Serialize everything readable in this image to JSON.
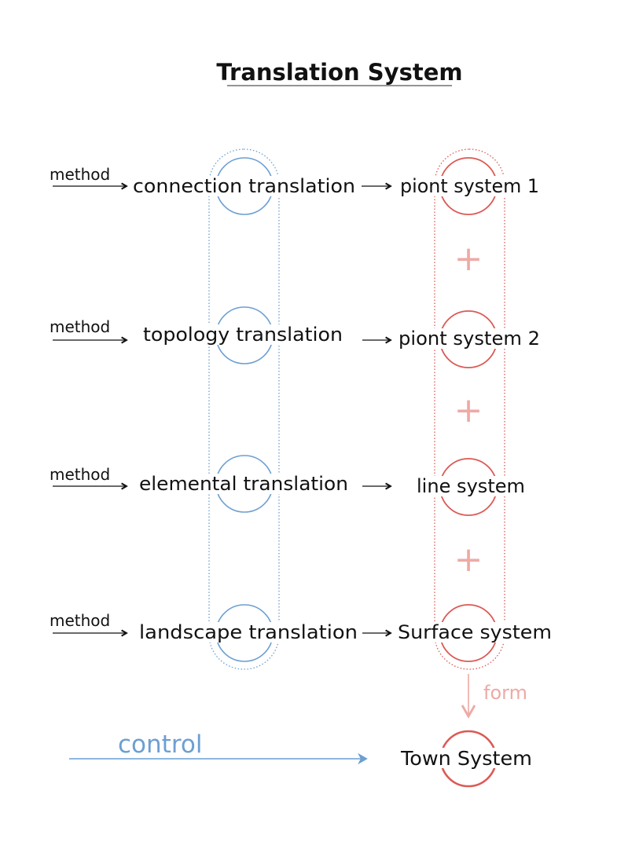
{
  "title": "Translation System",
  "method_label": "method",
  "rows": [
    {
      "translation": "connection translation",
      "system": "piont system 1"
    },
    {
      "translation": "topology translation",
      "system": "piont system 2"
    },
    {
      "translation": "elemental translation",
      "system": "line system"
    },
    {
      "translation": "landscape translation",
      "system": "Surface system"
    }
  ],
  "plus_symbol": "+",
  "form_label": "form",
  "control_label": "control",
  "result": "Town System",
  "colors": {
    "blue": "#6c9fd2",
    "red": "#db5a55",
    "pink": "#eeaaa5",
    "text": "#111111"
  }
}
